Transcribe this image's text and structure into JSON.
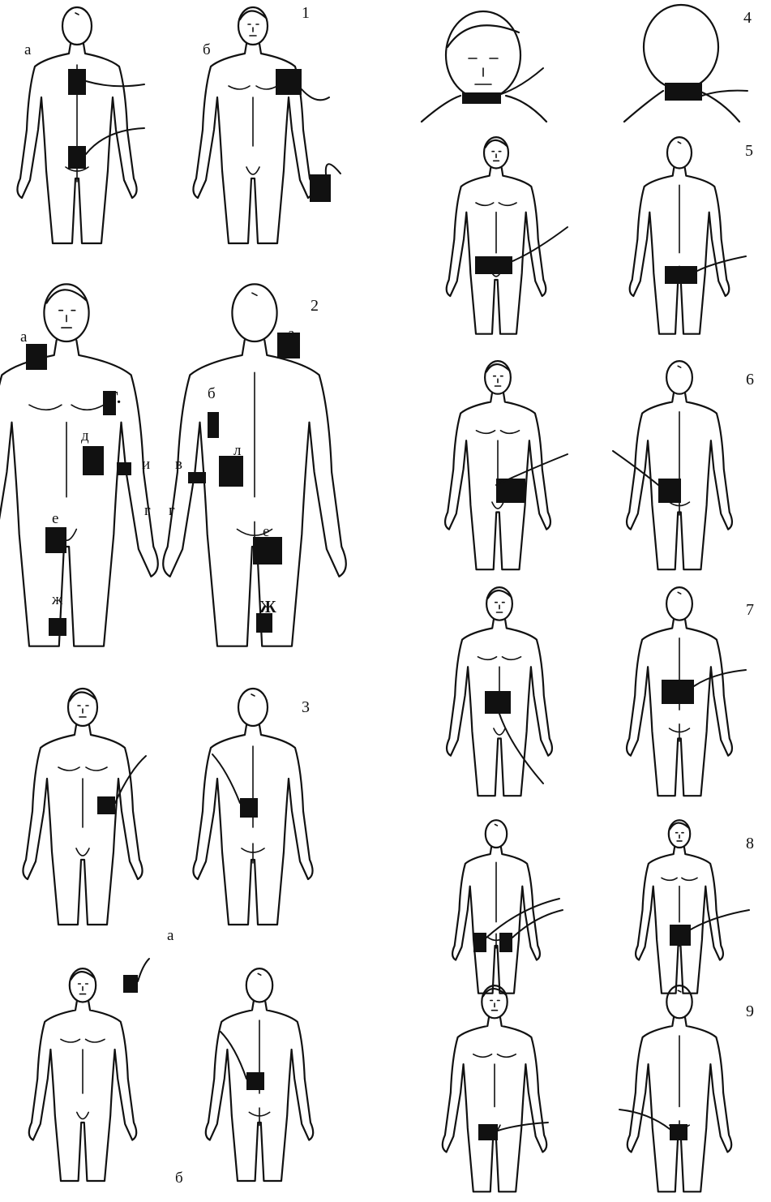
{
  "figure_numbers": [
    "1",
    "2",
    "3",
    "4",
    "5",
    "6",
    "7",
    "8",
    "9"
  ],
  "labels": {
    "f1_a": "а",
    "f1_b": "б",
    "f2_a_front": "а",
    "f2_g_bold": "Г.",
    "f2_d": "д",
    "f2_i": "и",
    "f2_g_front": "г",
    "f2_e_front": "е",
    "f2_zh_front": "ж",
    "f2_a_back": "а",
    "f2_b_back": "б",
    "f2_l": "л",
    "f2_v": "в",
    "f2_g_back": "г",
    "f2_e_back": "е",
    "f2_zh_back": "Ж",
    "f3_a": "а",
    "f3_b": "б"
  },
  "colors": {
    "ink": "#111111",
    "background": "#ffffff"
  }
}
